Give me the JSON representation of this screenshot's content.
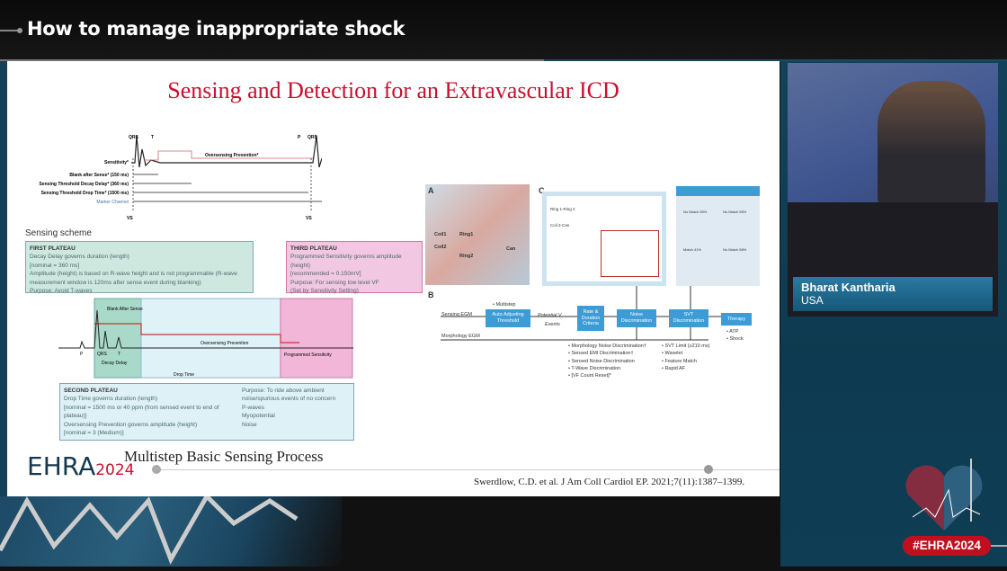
{
  "session_title": "How to manage inappropriate shock",
  "slide": {
    "title": "Sensing and Detection for an Extravascular ICD",
    "waveform": {
      "labels": [
        "QRS",
        "T",
        "P",
        "QRS"
      ],
      "rows": [
        "Sensitivity*",
        "Blank after Sense* (150 ms)",
        "Sensing Threshold Decay Delay* (360 ms)",
        "Sensing Threshold Drop Time* (1500 ms)",
        "Marker Channel"
      ],
      "oversensing": "Oversensing Prevention*",
      "vs": "VS"
    },
    "scheme_title": "Sensing scheme",
    "first_plateau": {
      "heading": "FIRST PLATEAU",
      "lines": [
        "Decay Delay governs duration (length)",
        "[nominal = 360 ms]",
        "Amplitude (height) is based on R-wave height and is not programmable (R-wave measurement window is 120ms after sense event during blanking)",
        "Purpose: Avoid T-waves"
      ]
    },
    "third_plateau": {
      "heading": "THIRD PLATEAU",
      "lines": [
        "Programmed Sensitivity governs amplitude (height)",
        "[recommended = 0.150mV]",
        "Purpose: For sensing low level VF",
        "(Set by Sensitivity Setting)"
      ]
    },
    "diagram": {
      "blank": "Blank After Sense",
      "p": "P",
      "qrs": "QRS",
      "t": "T",
      "decay": "Decay Delay",
      "drop": "Drop Time",
      "over": "Oversensing Prevention",
      "prog": "Programmed Sensitivity"
    },
    "second_plateau": {
      "heading": "SECOND PLATEAU",
      "lines": [
        "Drop Time governs duration (length)",
        "[nominal = 1500 ms or 40 ppm (from sensed event to end of plateau)]",
        "Oversensing Prevention governs amplitude (height)",
        "[nominal = 3 (Medium)]"
      ],
      "purpose": "Purpose: To ride above ambient noise/spurious events of no concern",
      "bullets": [
        "P-waves",
        "Myopotential",
        "Noise"
      ]
    },
    "subtitle": "Multistep Basic Sensing Process",
    "logo": {
      "text": "EHRA",
      "year": "2024"
    },
    "citation": "Swerdlow, C.D. et al. J Am Coll Cardiol EP. 2021;7(11):1387–1399.",
    "figure": {
      "panels": [
        "A",
        "B",
        "C"
      ],
      "anatomy": [
        "Coil1",
        "Ring1",
        "Coil2",
        "Ring2",
        "Can"
      ],
      "egm": [
        "Ring 1-Ring 2",
        "Coil 2-Can"
      ],
      "inputs": [
        "Sensing EGM",
        "Morphology EGM"
      ],
      "multistep": "• Multistep",
      "potential": "Potential V",
      "events": "Events",
      "blocks": [
        "Auto Adjusting Threshold",
        "Rate & Duration Criteria",
        "Noise Discrimination",
        "SVT Discrimination",
        "Therapy"
      ],
      "therapy": [
        "• ATP",
        "• Shock"
      ],
      "noise_list": [
        "• Morphology Noise Discrimination†",
        "• Sensed EMI Discrimination†",
        "• Sensed Noise Discrimination",
        "• T-Wave Discrimination",
        "• [VF Count Reset]*"
      ],
      "svt_list": [
        "• SVT Limit (≥210 ms)",
        "• Wavelet",
        "• Feature Match",
        "• Rapid AF"
      ],
      "match": [
        "No Match 55%",
        "No Match 55%",
        "Match 41%",
        "No Match 58%"
      ]
    }
  },
  "speaker": {
    "name": "Bharat Kantharia",
    "country": "USA"
  },
  "hashtag": "#EHRA2024",
  "colors": {
    "title_red": "#c8102e",
    "flow_blue": "#3d9bd6",
    "brand_navy": "#16384f"
  }
}
